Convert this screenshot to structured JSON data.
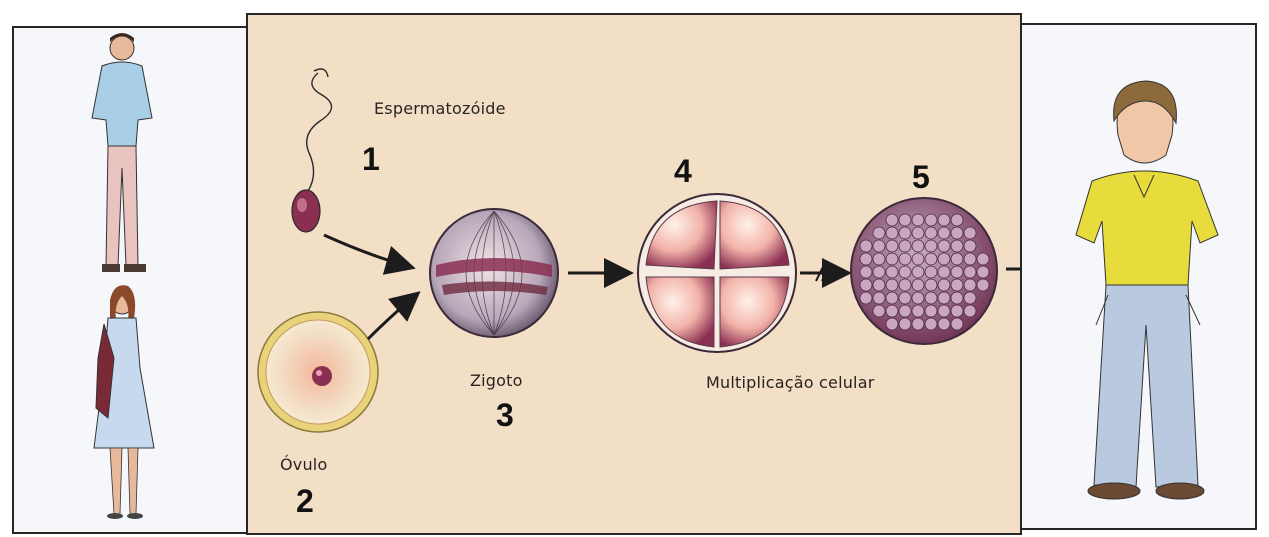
{
  "labels": {
    "sperm": "Espermatozóide",
    "egg": "Óvulo",
    "zygote": "Zigoto",
    "multiplication": "Multiplicação celular"
  },
  "numbers": {
    "n1": "1",
    "n2": "2",
    "n3": "3",
    "n4": "4",
    "n5": "5"
  },
  "colors": {
    "center_background": "#f2dfc6",
    "side_background": "#f6f7fb",
    "cell_purple": "#8b2f52",
    "egg_yellow": "#e8d27a",
    "boy_shirt": "#e8dc3c",
    "jeans": "#b9c9df"
  }
}
